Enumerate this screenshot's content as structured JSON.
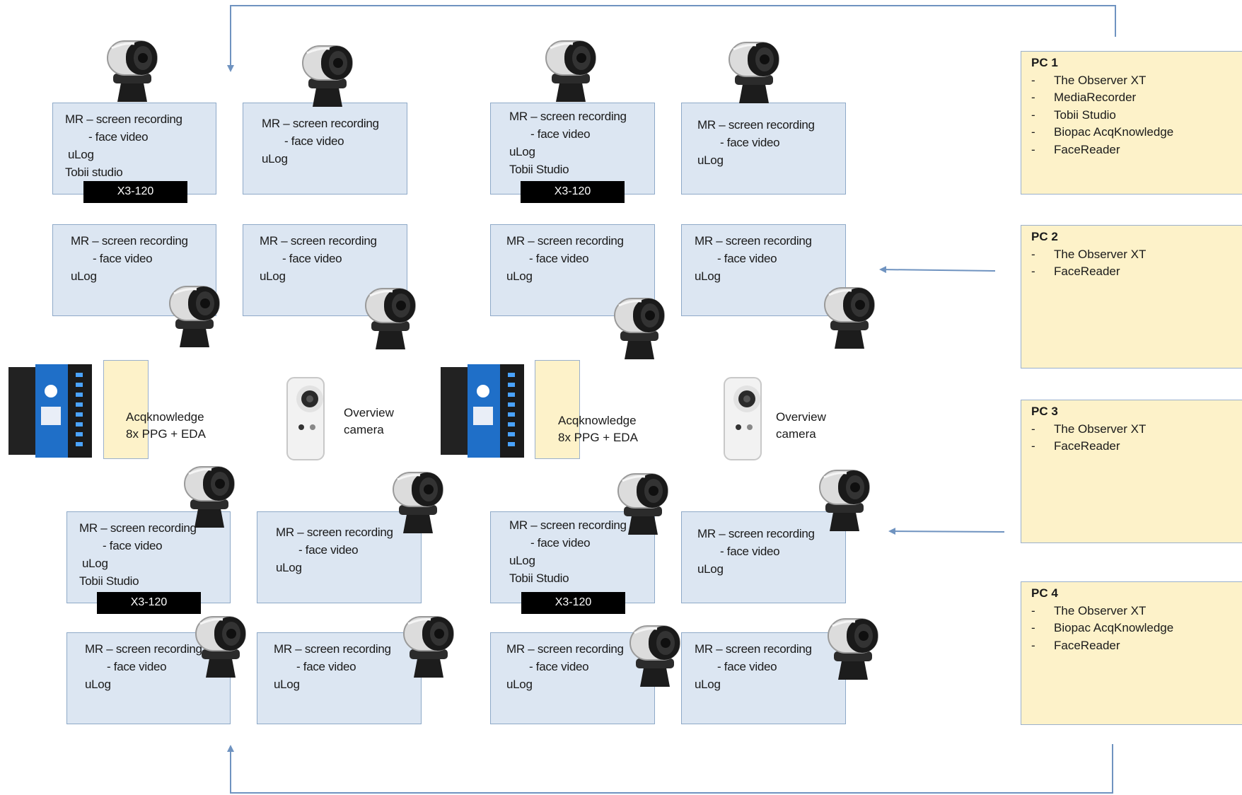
{
  "stations": [
    {
      "lines": [
        "MR – screen recording",
        "- face video",
        "uLog",
        "Tobii studio"
      ],
      "tracker": "X3-120"
    },
    {
      "lines": [
        "MR – screen recording",
        "- face video",
        "uLog"
      ]
    },
    {
      "lines": [
        "MR – screen recording",
        "- face video",
        "uLog",
        "Tobii Studio"
      ],
      "tracker": "X3-120"
    },
    {
      "lines": [
        "MR – screen recording",
        "- face video",
        "uLog"
      ]
    },
    {
      "lines": [
        "MR – screen recording",
        "- face video",
        "uLog"
      ]
    },
    {
      "lines": [
        "MR – screen recording",
        "- face video",
        "uLog"
      ]
    },
    {
      "lines": [
        "MR – screen recording",
        "- face video",
        "uLog"
      ]
    },
    {
      "lines": [
        "MR – screen recording",
        "- face video",
        "uLog"
      ]
    },
    {
      "lines": [
        "MR – screen recording",
        "- face video",
        "uLog",
        "Tobii Studio"
      ],
      "tracker": "X3-120"
    },
    {
      "lines": [
        "MR – screen recording",
        "- face video",
        "uLog"
      ]
    },
    {
      "lines": [
        "MR – screen recording",
        "- face video",
        "uLog",
        "Tobii Studio"
      ],
      "tracker": "X3-120"
    },
    {
      "lines": [
        "MR – screen recording",
        "- face video",
        "uLog"
      ]
    },
    {
      "lines": [
        "MR – screen recording",
        "- face video",
        "uLog"
      ]
    },
    {
      "lines": [
        "MR – screen recording",
        "- face video",
        "uLog"
      ]
    },
    {
      "lines": [
        "MR – screen recording",
        "- face video",
        "uLog"
      ]
    },
    {
      "lines": [
        "MR – screen recording",
        "- face video",
        "uLog"
      ]
    }
  ],
  "pcs": [
    {
      "title": "PC 1",
      "items": [
        "The Observer XT",
        "MediaRecorder",
        "Tobii Studio",
        "Biopac AcqKnowledge",
        "FaceReader"
      ]
    },
    {
      "title": "PC 2",
      "items": [
        "The Observer XT",
        "FaceReader"
      ]
    },
    {
      "title": "PC 3",
      "items": [
        "The Observer XT",
        "FaceReader"
      ]
    },
    {
      "title": "PC 4",
      "items": [
        "The Observer XT",
        "Biopac AcqKnowledge",
        "FaceReader"
      ]
    }
  ],
  "physio": [
    {
      "line1": "Acqknowledge",
      "line2": "8x PPG + EDA"
    },
    {
      "line1": "Acqknowledge",
      "line2": "8x PPG + EDA"
    }
  ],
  "overview": [
    {
      "line1": "Overview",
      "line2": "camera"
    },
    {
      "line1": "Overview",
      "line2": "camera"
    }
  ],
  "colors": {
    "station_fill": "#dce6f2",
    "pc_fill": "#fdf2c9",
    "arrow": "#6f93c0",
    "tracker_bar": "#000000"
  }
}
